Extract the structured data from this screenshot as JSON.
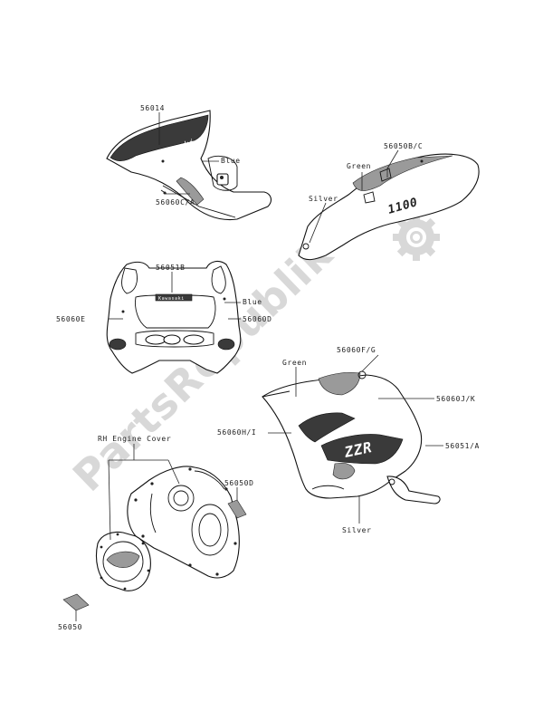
{
  "watermark": {
    "text": "PartsRepublik"
  },
  "part_labels": [
    {
      "id": "56014",
      "text": "56014"
    },
    {
      "id": "blue_1",
      "text": "Blue"
    },
    {
      "id": "56060ca",
      "text": "56060C/A"
    },
    {
      "id": "56050bc",
      "text": "56050B/C"
    },
    {
      "id": "green_1",
      "text": "Green"
    },
    {
      "id": "silver_1",
      "text": "Silver"
    },
    {
      "id": "56051b",
      "text": "56051B"
    },
    {
      "id": "56060e",
      "text": "56060E"
    },
    {
      "id": "blue_2",
      "text": "Blue"
    },
    {
      "id": "56060d",
      "text": "56060D"
    },
    {
      "id": "56060fg",
      "text": "56060F/G"
    },
    {
      "id": "green_2",
      "text": "Green"
    },
    {
      "id": "56060jk",
      "text": "56060J/K"
    },
    {
      "id": "56060hi",
      "text": "56060H/I"
    },
    {
      "id": "56051a",
      "text": "56051/A"
    },
    {
      "id": "silver_2",
      "text": "Silver"
    },
    {
      "id": "rh_engine_cover",
      "text": "RH Engine Cover"
    },
    {
      "id": "56050d",
      "text": "56050D"
    },
    {
      "id": "56050",
      "text": "56050"
    }
  ],
  "decals": {
    "kawasaki_1": "Kawasaki",
    "kawasaki_2": "Kawasaki",
    "model_1": "1100",
    "model_2": "ZZR"
  },
  "colors": {
    "ink": "#222222",
    "watermark": "#d8d8d8",
    "background": "#ffffff"
  },
  "icons": [
    "gear-icon"
  ]
}
